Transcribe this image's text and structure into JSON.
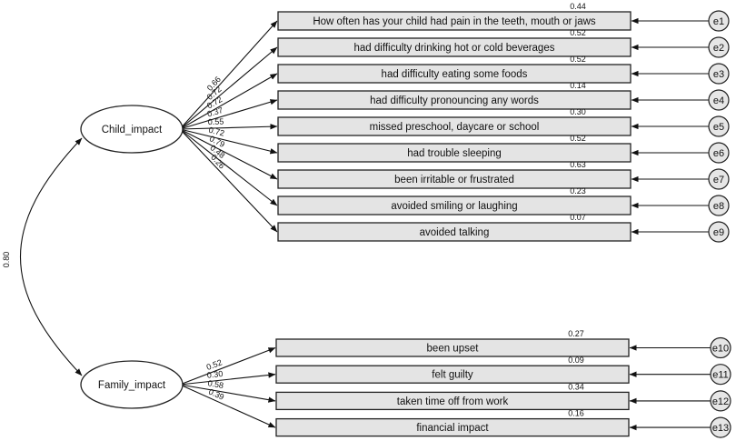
{
  "factors": [
    {
      "id": "child",
      "label": "Child_impact"
    },
    {
      "id": "family",
      "label": "Family_impact"
    }
  ],
  "correlation": "0.80",
  "indicators": [
    {
      "factor": "child",
      "label": "How often has your child had pain in the teeth, mouth or jaws",
      "loading": "0.66",
      "r2": "0.44",
      "error": "e1"
    },
    {
      "factor": "child",
      "label": "had difficulty drinking hot or cold beverages",
      "loading": "0.72",
      "r2": "0.52",
      "error": "e2"
    },
    {
      "factor": "child",
      "label": "had difficulty eating some foods",
      "loading": "0.72",
      "r2": "0.52",
      "error": "e3"
    },
    {
      "factor": "child",
      "label": "had difficulty pronouncing any words",
      "loading": "0.37",
      "r2": "0.14",
      "error": "e4"
    },
    {
      "factor": "child",
      "label": "missed preschool, daycare or school",
      "loading": "0.55",
      "r2": "0.30",
      "error": "e5"
    },
    {
      "factor": "child",
      "label": "had trouble sleeping",
      "loading": "0.72",
      "r2": "0.52",
      "error": "e6"
    },
    {
      "factor": "child",
      "label": "been irritable or frustrated",
      "loading": "0.79",
      "r2": "0.63",
      "error": "e7"
    },
    {
      "factor": "child",
      "label": "avoided smiling or laughing",
      "loading": "0.48",
      "r2": "0.23",
      "error": "e8"
    },
    {
      "factor": "child",
      "label": "avoided talking",
      "loading": "0.26",
      "r2": "0.07",
      "error": "e9"
    },
    {
      "factor": "family",
      "label": "been upset",
      "loading": "0.52",
      "r2": "0.27",
      "error": "e10"
    },
    {
      "factor": "family",
      "label": "felt guilty",
      "loading": "0.30",
      "r2": "0.09",
      "error": "e11"
    },
    {
      "factor": "family",
      "label": "taken time off from work",
      "loading": "0.58",
      "r2": "0.34",
      "error": "e12"
    },
    {
      "factor": "family",
      "label": "financial impact",
      "loading": "0.39",
      "r2": "0.16",
      "error": "e13"
    }
  ]
}
